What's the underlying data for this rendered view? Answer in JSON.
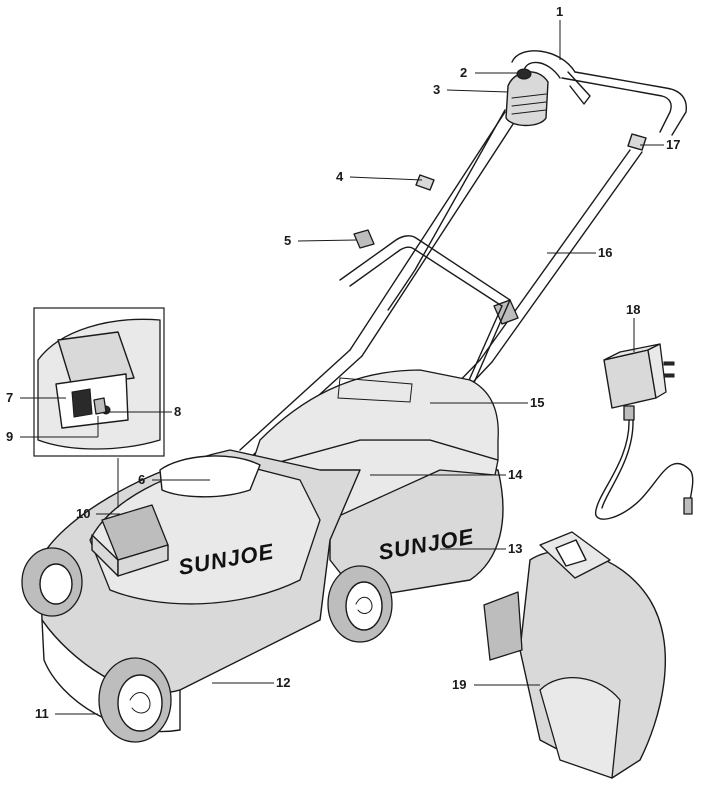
{
  "brand_text": "SUNJOE",
  "callouts": [
    {
      "id": "c1",
      "label": "1"
    },
    {
      "id": "c2",
      "label": "2"
    },
    {
      "id": "c3",
      "label": "3"
    },
    {
      "id": "c4",
      "label": "4"
    },
    {
      "id": "c5",
      "label": "5"
    },
    {
      "id": "c6",
      "label": "6"
    },
    {
      "id": "c7",
      "label": "7"
    },
    {
      "id": "c8",
      "label": "8"
    },
    {
      "id": "c9",
      "label": "9"
    },
    {
      "id": "c10",
      "label": "10"
    },
    {
      "id": "c11",
      "label": "11"
    },
    {
      "id": "c12",
      "label": "12"
    },
    {
      "id": "c13",
      "label": "13"
    },
    {
      "id": "c14",
      "label": "14"
    },
    {
      "id": "c15",
      "label": "15"
    },
    {
      "id": "c16",
      "label": "16"
    },
    {
      "id": "c17",
      "label": "17"
    },
    {
      "id": "c18",
      "label": "18"
    },
    {
      "id": "c19",
      "label": "19"
    }
  ]
}
